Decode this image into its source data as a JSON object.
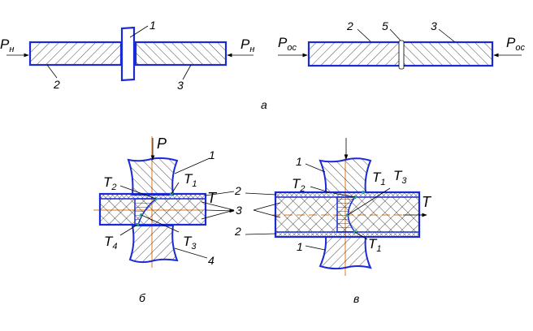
{
  "colors": {
    "outline": "#1a2bd6",
    "axis": "#e07a1a",
    "hatch": "#000000",
    "weld_points": "#2aa198"
  },
  "figure_a": {
    "caption": "а",
    "left": {
      "force_left": {
        "main": "P",
        "sub": "н"
      },
      "force_right": {
        "main": "P",
        "sub": "н"
      },
      "labels": [
        "1",
        "2",
        "3"
      ]
    },
    "right": {
      "force_left": {
        "main": "P",
        "sub": "ос"
      },
      "force_right": {
        "main": "P",
        "sub": "ос"
      },
      "labels": [
        "2",
        "5",
        "3"
      ]
    }
  },
  "figure_b": {
    "caption": "б",
    "force": "P",
    "labels": [
      "1",
      "2",
      "3",
      "2",
      "4"
    ],
    "points": [
      {
        "main": "T",
        "sub": "1"
      },
      {
        "main": "T",
        "sub": "2"
      },
      {
        "main": "T",
        "sub": "3"
      },
      {
        "main": "T",
        "sub": "4"
      }
    ],
    "T_label": "T"
  },
  "figure_c": {
    "caption": "в",
    "labels": [
      "1",
      "1"
    ],
    "points": [
      {
        "main": "T",
        "sub": "1"
      },
      {
        "main": "T",
        "sub": "2"
      },
      {
        "main": "T",
        "sub": "3"
      },
      {
        "main": "T",
        "sub": "1"
      }
    ],
    "T_label": "T"
  }
}
